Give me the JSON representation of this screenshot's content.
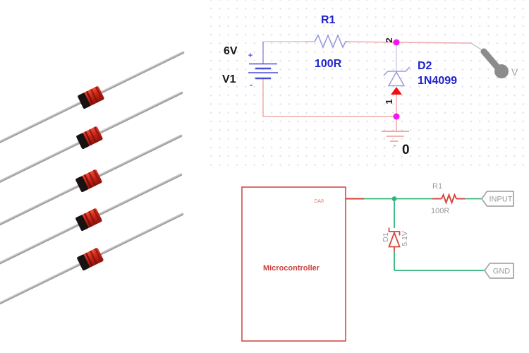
{
  "palette": {
    "wire_pink": "#efadab",
    "wire_lavender": "#d7c7dc",
    "symbol_blue": "#9a9ade",
    "battery_blue": "#4a4dd6",
    "label_blue": "#2023cc",
    "label_black": "#171717",
    "junction_magenta": "#f714ef",
    "anode_red": "#ee1111",
    "ground_pink": "#f19b95",
    "probe_gray": "#8c8c8c",
    "eagle_red": "#d6473d",
    "eagle_green": "#2fb57c",
    "eagle_gray": "#9a9a9a"
  },
  "photo": {
    "component_count": 5
  },
  "multisim": {
    "battery_voltage": "6V",
    "battery_ref": "V1",
    "battery_plus": "+",
    "battery_minus": "-",
    "resistor_ref": "R1",
    "resistor_value": "100R",
    "zener_ref": "D2",
    "zener_part": "1N4099",
    "pin_top": "2",
    "pin_bottom": "1",
    "ground_net": "0",
    "probe_label": "V"
  },
  "eagle": {
    "mcu_label": "Microcontroller",
    "mcu_pin": "DA8",
    "resistor_ref": "R1",
    "resistor_value": "100R",
    "zener_ref": "D1",
    "zener_value": "5.1V",
    "input_flag": "INPUT",
    "gnd_flag": "GND"
  }
}
